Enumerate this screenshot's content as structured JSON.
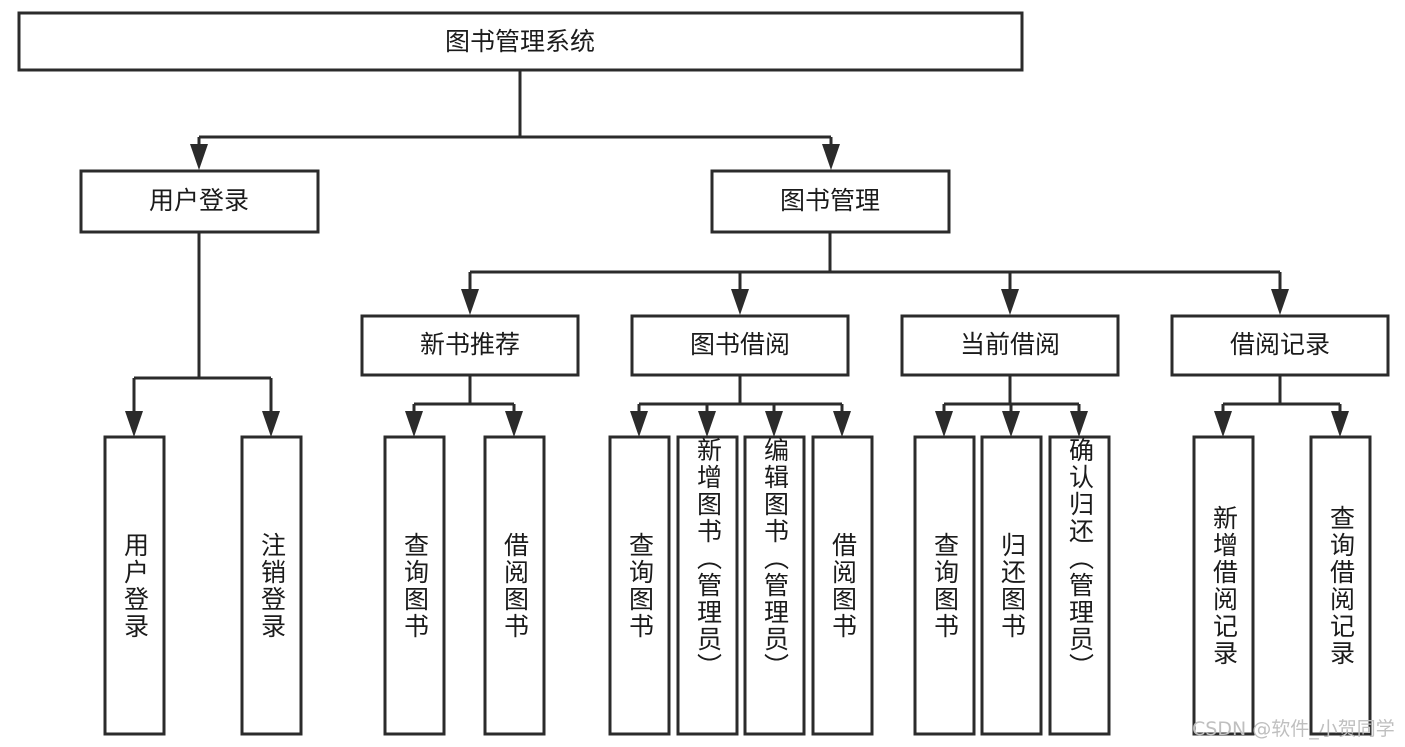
{
  "diagram": {
    "title": "图书管理系统",
    "type": "tree-hierarchy",
    "root": {
      "id": "root",
      "label": "图书管理系统"
    },
    "level1": [
      {
        "id": "user-login",
        "label": "用户登录"
      },
      {
        "id": "book-management",
        "label": "图书管理"
      }
    ],
    "level2": [
      {
        "id": "new-book-recommend",
        "label": "新书推荐",
        "parent": "book-management"
      },
      {
        "id": "book-borrow",
        "label": "图书借阅",
        "parent": "book-management"
      },
      {
        "id": "current-borrow",
        "label": "当前借阅",
        "parent": "book-management"
      },
      {
        "id": "borrow-record",
        "label": "借阅记录",
        "parent": "book-management"
      }
    ],
    "leaves": {
      "user-login": [
        {
          "id": "leaf-user-login",
          "label": "用户登录"
        },
        {
          "id": "leaf-logout-login",
          "label": "注销登录"
        }
      ],
      "new-book-recommend": [
        {
          "id": "leaf-query-book-1",
          "label": "查询图书"
        },
        {
          "id": "leaf-borrow-book-1",
          "label": "借阅图书"
        }
      ],
      "book-borrow": [
        {
          "id": "leaf-query-book-2",
          "label": "查询图书"
        },
        {
          "id": "leaf-add-book",
          "label": "新增图书（管理员）"
        },
        {
          "id": "leaf-edit-book",
          "label": "编辑图书（管理员）"
        },
        {
          "id": "leaf-borrow-book-2",
          "label": "借阅图书"
        }
      ],
      "current-borrow": [
        {
          "id": "leaf-query-book-3",
          "label": "查询图书"
        },
        {
          "id": "leaf-return-book",
          "label": "归还图书"
        },
        {
          "id": "leaf-confirm-return",
          "label": "确认归还（管理员）"
        }
      ],
      "borrow-record": [
        {
          "id": "leaf-add-record",
          "label": "新增借阅记录"
        },
        {
          "id": "leaf-query-record",
          "label": "查询借阅记录"
        }
      ]
    },
    "colors": {
      "stroke": "#2b2b2b",
      "fill": "#ffffff",
      "text": "#1b1b1b",
      "background": "#ffffff",
      "watermark": "#bfbfbf"
    }
  },
  "watermark": {
    "text": "CSDN @软件_小贺同学"
  }
}
